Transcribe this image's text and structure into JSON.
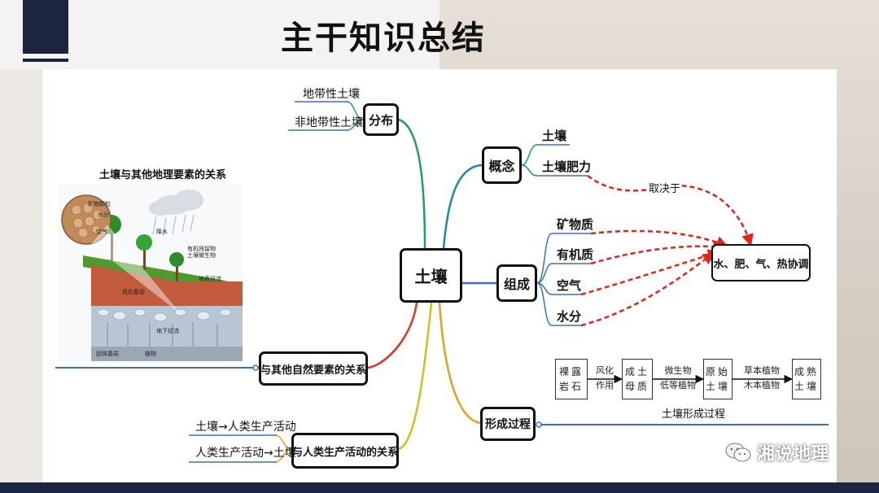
{
  "title": "主干知识总结",
  "center": "土壤",
  "branches": {
    "distribution": {
      "label": "分布",
      "items": [
        "地带性土壤",
        "非地带性土壤"
      ]
    },
    "concept": {
      "label": "概念",
      "items": [
        "土壤",
        "土壤肥力"
      ],
      "relation": "取决于"
    },
    "composition": {
      "label": "组成",
      "items": [
        "矿物质",
        "有机质",
        "空气",
        "水分"
      ]
    },
    "result": "水、肥、气、热协调",
    "natural": {
      "label": "与其他自然要素的关系"
    },
    "human": {
      "label": "与人类生产活动的关系",
      "items": [
        "土壤→人类生产活动",
        "人类生产活动→土壤"
      ]
    },
    "formation": {
      "label": "形成过程",
      "caption": "土壤形成过程",
      "steps": [
        {
          "top": "裸露",
          "bottom": "岩石"
        },
        {
          "top": "成土",
          "bottom": "母质"
        },
        {
          "top": "原始",
          "bottom": "土壤"
        },
        {
          "top": "成熟",
          "bottom": "土壤"
        }
      ],
      "arrows": [
        {
          "top": "风化",
          "bottom": "作用"
        },
        {
          "top": "微生物",
          "bottom": "低等植物"
        },
        {
          "top": "草本植物",
          "bottom": "木本植物"
        }
      ]
    }
  },
  "illustration": {
    "title": "土壤与其他地理要素的关系",
    "labels": [
      "矿物颗粒",
      "水分",
      "空气",
      "降水",
      "有机残留物",
      "土壤微生物",
      "地表径流",
      "风化基岩",
      "地下径流",
      "固体基岩",
      "植物"
    ]
  },
  "watermark": "湘说地理",
  "colors": {
    "dark_navy": "#1c2540",
    "arrow_red": "#e0251c",
    "branch_blue": "#3a6fc4",
    "branch_green": "#21a05a",
    "branch_teal": "#1c8c9c",
    "branch_orange": "#e88a1a",
    "branch_red": "#e0301e"
  }
}
